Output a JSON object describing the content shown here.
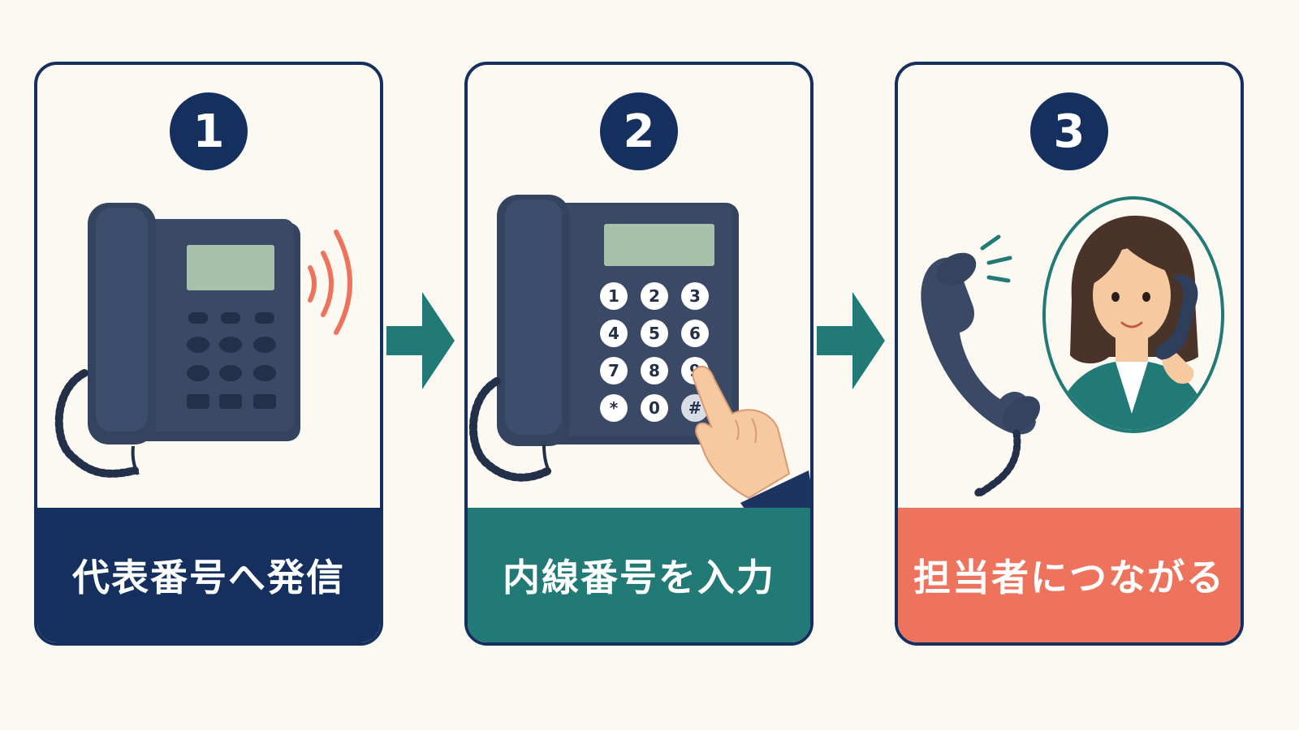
{
  "steps": [
    {
      "number": "1",
      "caption": "代表番号へ発信",
      "color": "#15305e"
    },
    {
      "number": "2",
      "caption": "内線番号を入力",
      "color": "#217a76"
    },
    {
      "number": "3",
      "caption": "担当者につながる",
      "color": "#ee735d"
    }
  ],
  "keypad": [
    "1",
    "2",
    "3",
    "4",
    "5",
    "6",
    "7",
    "8",
    "9",
    "*",
    "0",
    "#"
  ],
  "colors": {
    "navy": "#15305e",
    "teal": "#217a76",
    "coral": "#ee735d",
    "phone": "#3a4a66",
    "screen": "#a6c2aa",
    "background": "#fbf8f1"
  },
  "icons": [
    "desk-phone-icon",
    "ringing-waves-icon",
    "keypad-phone-icon",
    "pointing-hand-icon",
    "handset-icon",
    "agent-on-phone-icon",
    "right-arrow-icon"
  ]
}
